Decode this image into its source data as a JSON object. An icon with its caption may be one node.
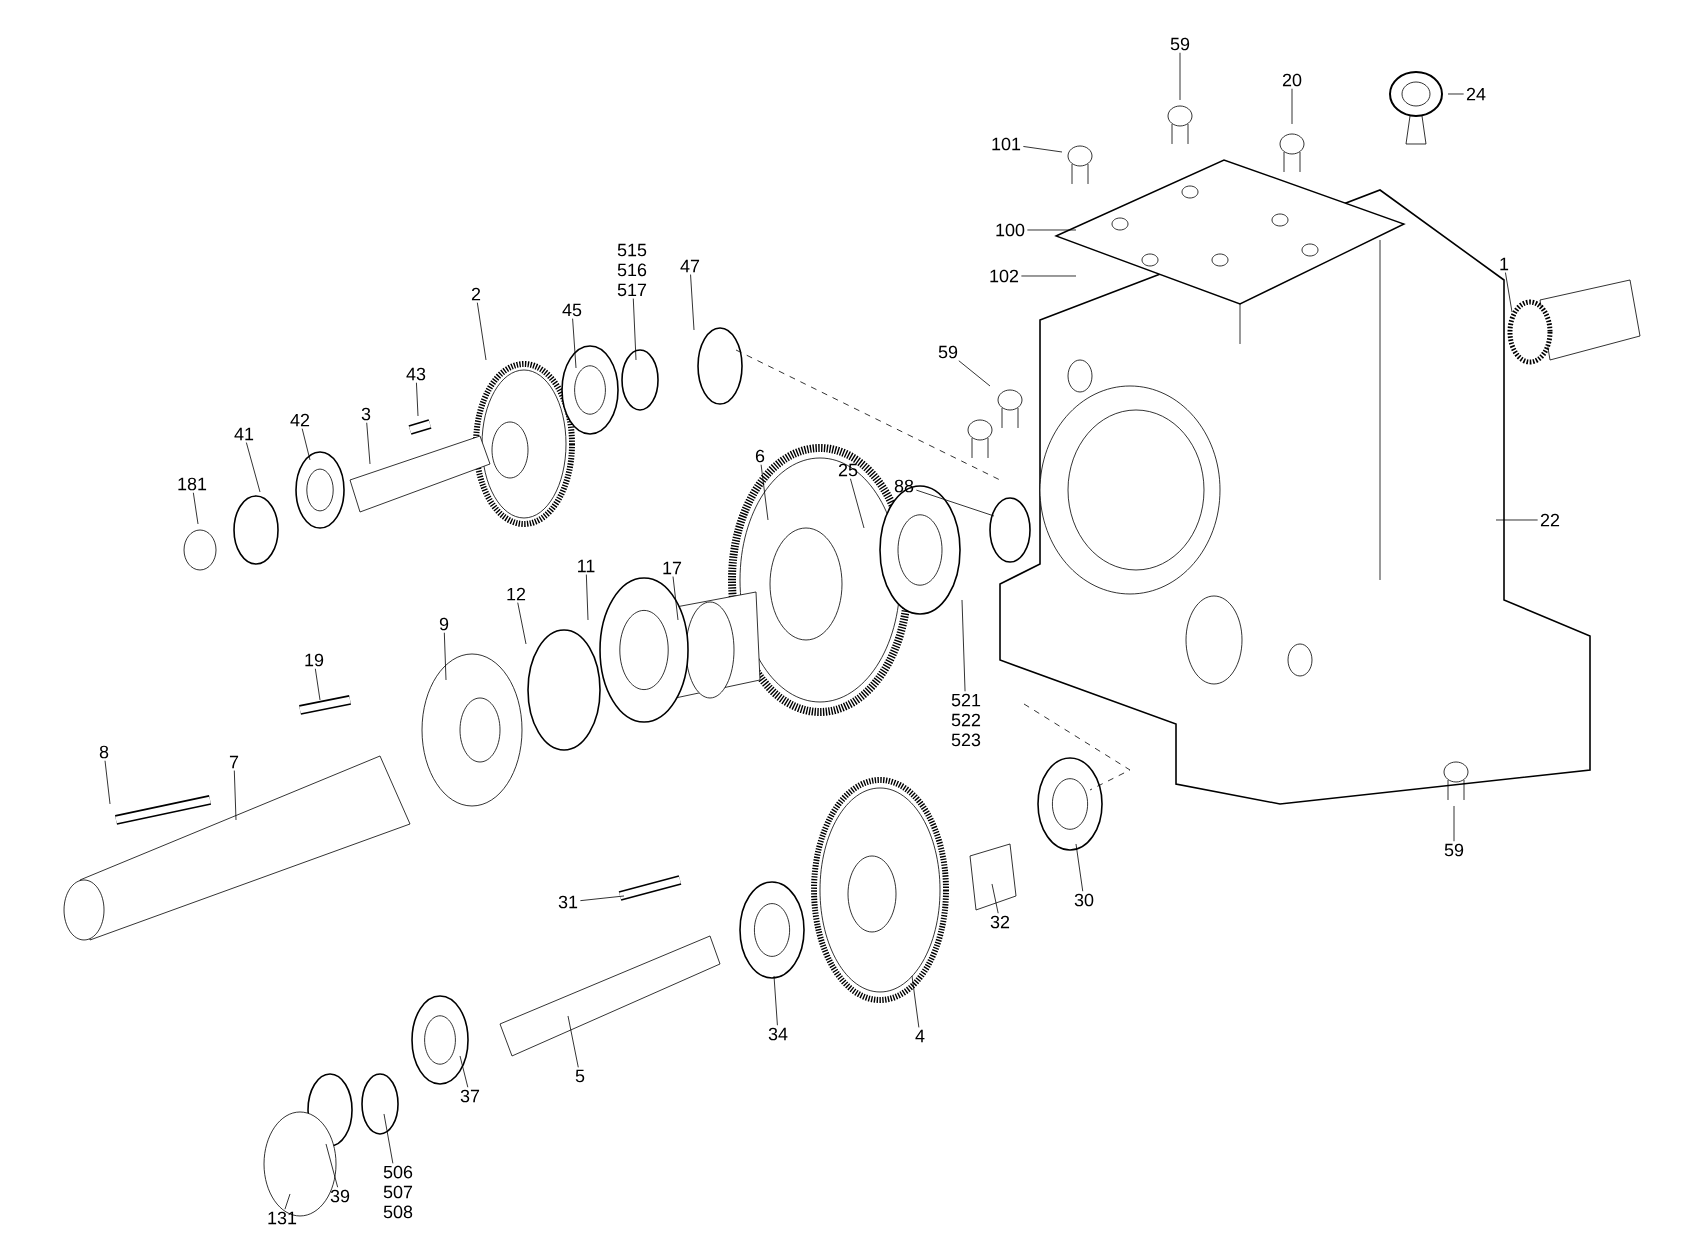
{
  "diagram": {
    "nodes": [
      {
        "text": [
          "59"
        ]
      },
      {
        "text": [
          "20"
        ]
      },
      {
        "text": [
          "24"
        ]
      },
      {
        "text": [
          "101"
        ]
      },
      {
        "text": [
          "100"
        ]
      },
      {
        "text": [
          "515 516 517"
        ]
      },
      {
        "text": [
          "1"
        ]
      },
      {
        "text": [
          "47"
        ]
      },
      {
        "text": [
          "102"
        ]
      },
      {
        "text": [
          "2"
        ]
      },
      {
        "text": [
          "45"
        ]
      },
      {
        "text": [
          "59"
        ]
      },
      {
        "text": [
          "43"
        ]
      },
      {
        "text": [
          "3"
        ]
      },
      {
        "text": [
          "42"
        ]
      },
      {
        "text": [
          "41"
        ]
      },
      {
        "text": [
          "6"
        ]
      },
      {
        "text": [
          "25"
        ]
      },
      {
        "text": [
          "181"
        ]
      },
      {
        "text": [
          "88"
        ]
      },
      {
        "text": [
          "22"
        ]
      },
      {
        "text": [
          "11"
        ]
      },
      {
        "text": [
          "17"
        ]
      },
      {
        "text": [
          "12"
        ]
      },
      {
        "text": [
          "9"
        ]
      },
      {
        "text": [
          "19"
        ]
      },
      {
        "text": [
          "521 522 523"
        ]
      },
      {
        "text": [
          "8"
        ]
      },
      {
        "text": [
          "7"
        ]
      },
      {
        "text": [
          "59"
        ]
      },
      {
        "text": [
          "30"
        ]
      },
      {
        "text": [
          "31"
        ]
      },
      {
        "text": [
          "32"
        ]
      },
      {
        "text": [
          "34"
        ]
      },
      {
        "text": [
          "4"
        ]
      },
      {
        "text": [
          "5"
        ]
      },
      {
        "text": [
          "37"
        ]
      },
      {
        "text": [
          "506 507 508"
        ]
      },
      {
        "text": [
          "39"
        ]
      },
      {
        "text": [
          "131"
        ]
      }
    ],
    "edges": [
      {
        "from": 0,
        "to": null,
        "arrow": "none"
      },
      {
        "from": 1,
        "to": null,
        "arrow": "none"
      },
      {
        "from": 2,
        "to": null,
        "arrow": "none"
      },
      {
        "from": 3,
        "to": null,
        "arrow": "none"
      },
      {
        "from": 4,
        "to": null,
        "arrow": "none"
      },
      {
        "from": 5,
        "to": null,
        "arrow": "none"
      },
      {
        "from": 6,
        "to": null,
        "arrow": "none"
      },
      {
        "from": 7,
        "to": null,
        "arrow": "none"
      },
      {
        "from": 8,
        "to": null,
        "arrow": "none"
      },
      {
        "from": 9,
        "to": null,
        "arrow": "none"
      },
      {
        "from": 10,
        "to": null,
        "arrow": "none"
      },
      {
        "from": 11,
        "to": null,
        "arrow": "none"
      },
      {
        "from": 12,
        "to": null,
        "arrow": "none"
      },
      {
        "from": 13,
        "to": null,
        "arrow": "none"
      },
      {
        "from": 14,
        "to": null,
        "arrow": "none"
      },
      {
        "from": 15,
        "to": null,
        "arrow": "none"
      },
      {
        "from": 16,
        "to": null,
        "arrow": "none"
      },
      {
        "from": 17,
        "to": null,
        "arrow": "none"
      },
      {
        "from": 18,
        "to": null,
        "arrow": "none"
      },
      {
        "from": 19,
        "to": null,
        "arrow": "none"
      },
      {
        "from": 20,
        "to": null,
        "arrow": "none"
      },
      {
        "from": 21,
        "to": null,
        "arrow": "none"
      },
      {
        "from": 22,
        "to": null,
        "arrow": "none"
      },
      {
        "from": 23,
        "to": null,
        "arrow": "none"
      },
      {
        "from": 24,
        "to": null,
        "arrow": "none"
      },
      {
        "from": 25,
        "to": null,
        "arrow": "none"
      },
      {
        "from": 26,
        "to": null,
        "arrow": "none"
      },
      {
        "from": 27,
        "to": null,
        "arrow": "none"
      },
      {
        "from": 28,
        "to": null,
        "arrow": "none"
      },
      {
        "from": 29,
        "to": null,
        "arrow": "none"
      },
      {
        "from": 30,
        "to": null,
        "arrow": "none"
      },
      {
        "from": 31,
        "to": null,
        "arrow": "none"
      },
      {
        "from": 32,
        "to": null,
        "arrow": "none"
      },
      {
        "from": 33,
        "to": null,
        "arrow": "none"
      },
      {
        "from": 34,
        "to": null,
        "arrow": "none"
      },
      {
        "from": 35,
        "to": null,
        "arrow": "none"
      },
      {
        "from": 36,
        "to": null,
        "arrow": "none"
      },
      {
        "from": 37,
        "to": null,
        "arrow": "none"
      },
      {
        "from": 38,
        "to": null,
        "arrow": "none"
      },
      {
        "from": 39,
        "to": null,
        "arrow": "none"
      }
    ]
  }
}
